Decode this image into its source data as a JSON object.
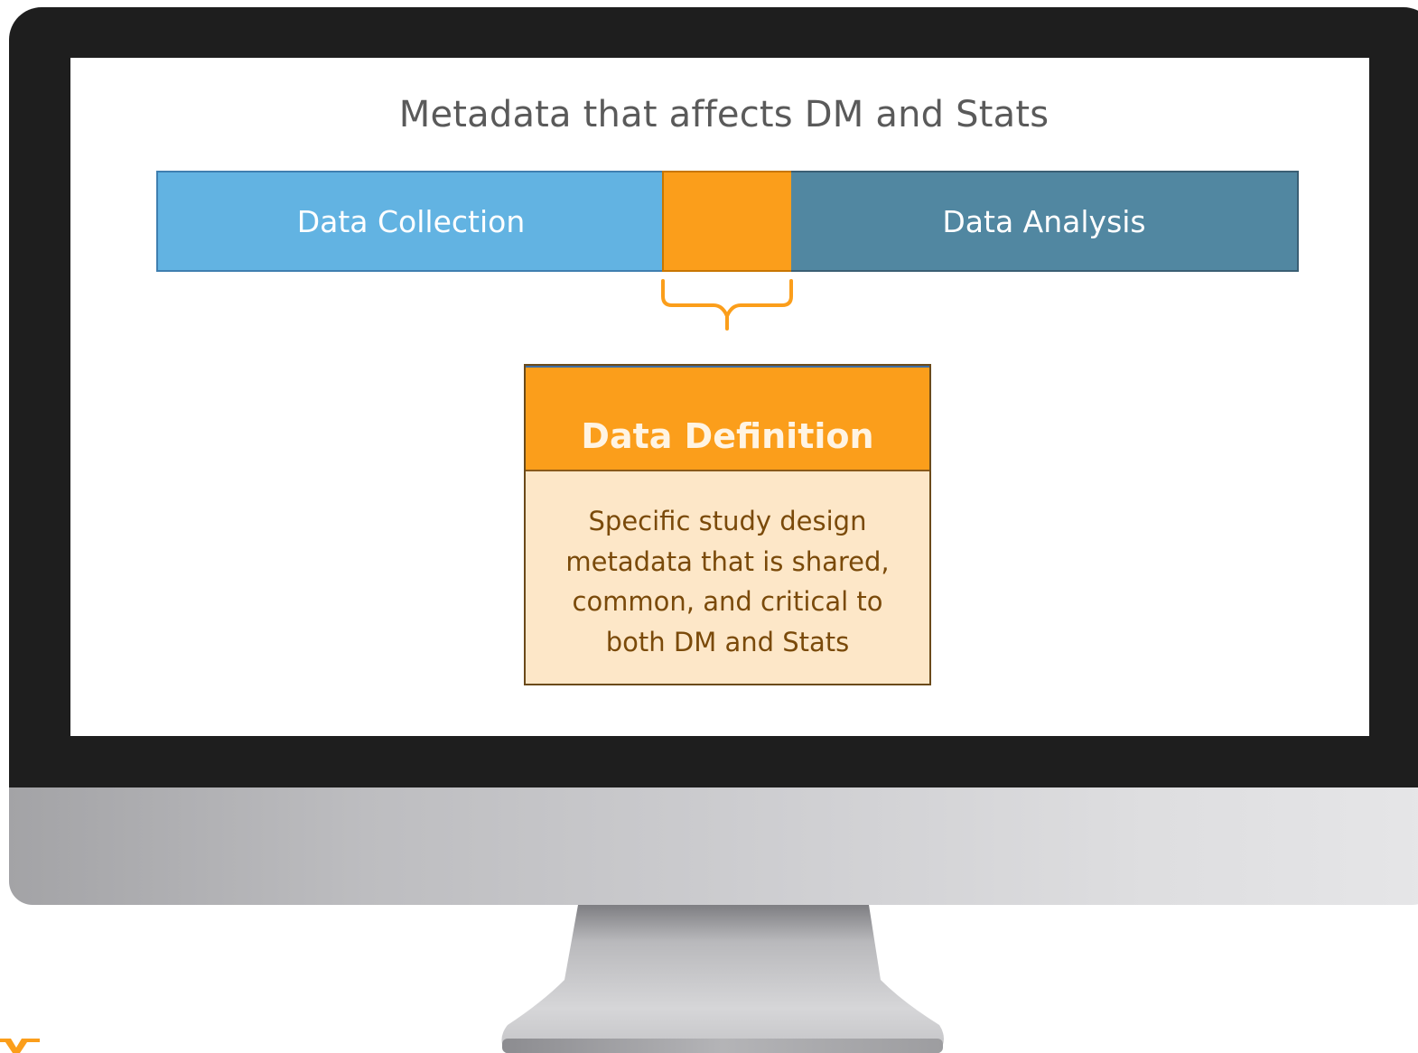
{
  "diagram": {
    "title": "Metadata that affects DM and Stats",
    "bar": {
      "left_label": "Data Collection",
      "middle_label": "",
      "right_label": "Data Analysis"
    },
    "definition": {
      "title": "Data Definition",
      "body": "Specific study design metadata that is shared, common, and critical to both DM and Stats"
    }
  },
  "colors": {
    "collection": "#62b3e2",
    "overlap": "#fb9e1b",
    "analysis": "#5187a1",
    "definition_body": "#fde7c8",
    "bezel": "#1e1e1e"
  },
  "icons": {
    "bracket": "curly-brace-down-icon",
    "logo": "logo-mark-icon"
  }
}
